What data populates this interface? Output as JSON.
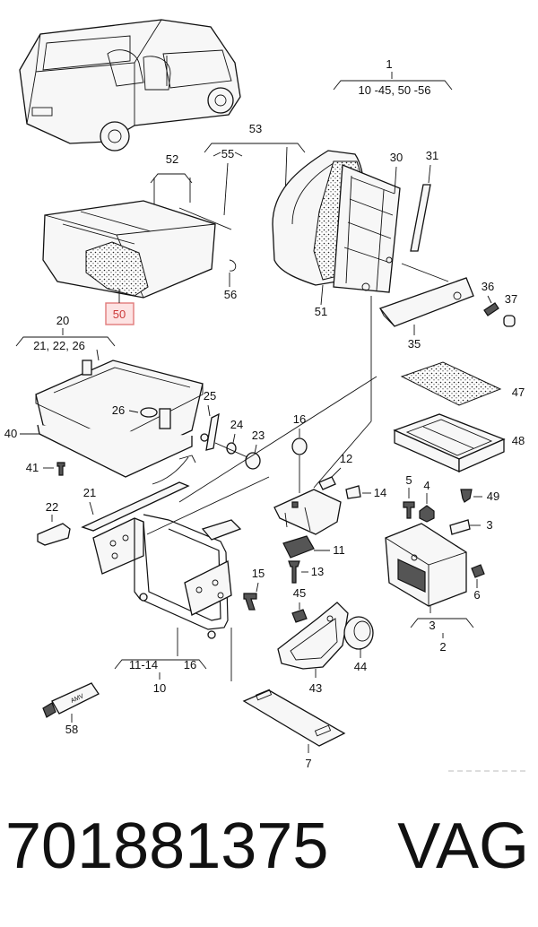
{
  "labels": {
    "l1": "1",
    "l1_range": "10 -45,  50 -56",
    "l2": "2",
    "l3": "3",
    "l3b": "3",
    "l4": "4",
    "l5": "5",
    "l6": "6",
    "l7": "7",
    "l10": "10",
    "l10_range": "11-14",
    "l10_16": "16",
    "l11": "11",
    "l12": "12",
    "l13": "13",
    "l14": "14",
    "l15": "15",
    "l16": "16",
    "l20": "20",
    "l20_range": "21, 22, 26",
    "l21": "21",
    "l22": "22",
    "l23": "23",
    "l24": "24",
    "l25": "25",
    "l26": "26",
    "l30": "30",
    "l31": "31",
    "l35": "35",
    "l36": "36",
    "l37": "37",
    "l40": "40",
    "l41": "41",
    "l43": "43",
    "l44": "44",
    "l45": "45",
    "l47": "47",
    "l48": "48",
    "l49": "49",
    "l50": "50",
    "l51": "51",
    "l52": "52",
    "l53": "53",
    "l55": "55",
    "l56": "56",
    "l58": "58",
    "tube_text": "AMV"
  },
  "footer": {
    "part_number": "701881375",
    "brand": "VAG"
  },
  "highlight_color": "#e07a7a"
}
